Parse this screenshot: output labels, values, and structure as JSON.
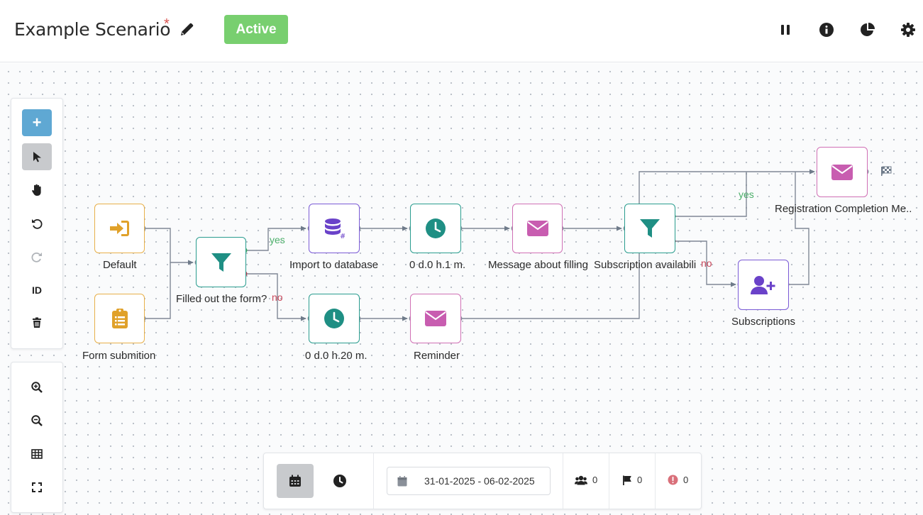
{
  "header": {
    "title": "Example Scenario",
    "modified_marker": "*",
    "status": "Active",
    "status_color": "#78cf6f",
    "actions": [
      "pause-icon",
      "info-icon",
      "pie-chart-icon",
      "gear-icon"
    ]
  },
  "toolbar": {
    "add": "+",
    "select": "pointer-icon",
    "pan": "hand-icon",
    "undo": "undo-icon",
    "redo": "redo-icon",
    "id": "ID",
    "delete": "trash-icon",
    "zoom_in": "zoom-in-icon",
    "zoom_out": "zoom-out-icon",
    "grid": "grid-icon",
    "fullscreen": "fullscreen-icon"
  },
  "nodes": {
    "default": {
      "label": "Default",
      "icon": "sign-in-icon"
    },
    "form_submition": {
      "label": "Form submition",
      "icon": "clipboard-list-icon"
    },
    "filled_out": {
      "label": "Filled out the form?",
      "icon": "filter-icon"
    },
    "import_db": {
      "label": "Import to database",
      "icon": "database-icon"
    },
    "wait_1": {
      "label": "0 d.0 h.1 m.",
      "icon": "clock-icon"
    },
    "message_filling": {
      "label": "Message about filling",
      "icon": "envelope-icon"
    },
    "subscription_avail": {
      "label": "Subscription availabili",
      "icon": "filter-icon"
    },
    "registration_msg": {
      "label": "Registration Completion Me..",
      "icon": "envelope-icon"
    },
    "subscriptions": {
      "label": "Subscriptions",
      "icon": "user-plus-icon"
    },
    "wait_20": {
      "label": "0 d.0 h.20 m.",
      "icon": "clock-icon"
    },
    "reminder": {
      "label": "Reminder",
      "icon": "envelope-icon"
    }
  },
  "edges": {
    "yes_1": "yes",
    "no_1": "no",
    "yes_2": "yes",
    "no_2": "no"
  },
  "bottom_bar": {
    "calendar_tab": "calendar-icon",
    "clock_tab": "clock-icon",
    "date_range": "31-01-2025 - 06-02-2025",
    "users_count": "0",
    "flags_count": "0",
    "errors_count": "0"
  }
}
